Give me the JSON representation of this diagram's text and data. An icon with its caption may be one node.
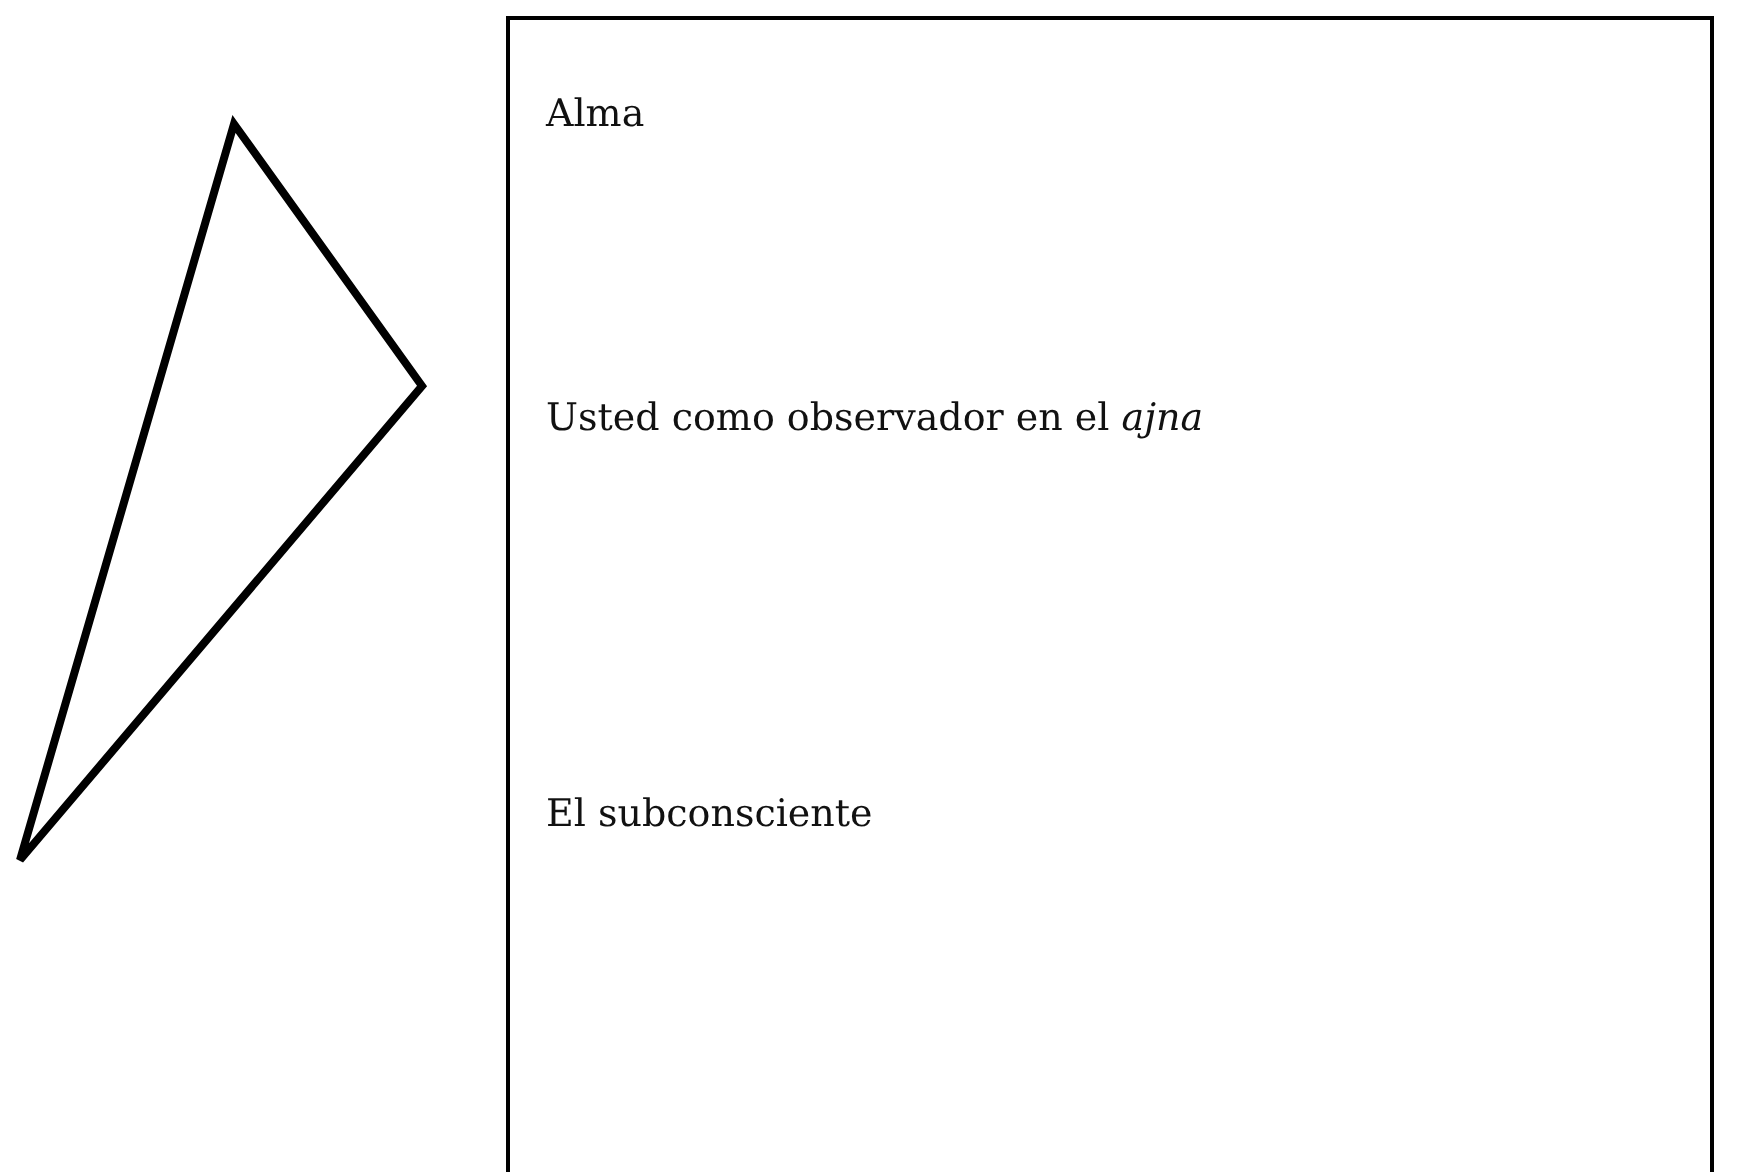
{
  "diagram": {
    "nodes": [
      {
        "text": [
          "Alma",
          "Usted como observador en el *ajna*",
          "El subconsciente"
        ]
      }
    ]
  }
}
